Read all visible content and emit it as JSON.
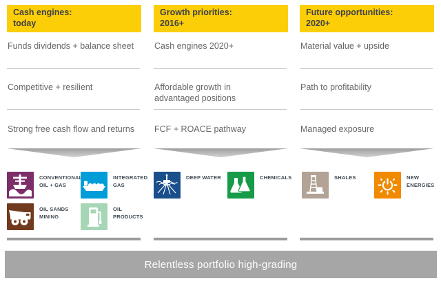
{
  "banner": {
    "label": "Relentless portfolio high-grading"
  },
  "colors": {
    "header_bg": "#fbce07",
    "header_text": "#404048",
    "body_text": "#66686b",
    "divider": "#cbcbcc",
    "chevron": "#ababab",
    "thick_rule": "#9c9c9c",
    "banner_bg": "#a6a6a6",
    "banner_text": "#ffffff",
    "conventional_oil_gas": "#7b2e68",
    "integrated_gas": "#009dd9",
    "oil_sands_mining": "#713a1e",
    "oil_products": "#a6d6b6",
    "deep_water": "#1a4f8b",
    "chemicals": "#169b48",
    "shales": "#b2a396",
    "new_energies": "#f18a00"
  },
  "columns": [
    {
      "header": "Cash engines:\ntoday",
      "items": [
        "Funds dividends + balance sheet",
        "Competitive + resilient",
        "Strong free cash flow and returns"
      ],
      "icons": [
        {
          "name": "conventional-oil-gas",
          "label": "CONVENTIONAL\nOIL + GAS",
          "color": "#7b2e68"
        },
        {
          "name": "integrated-gas",
          "label": "INTEGRATED\nGAS",
          "color": "#009dd9"
        },
        {
          "name": "oil-sands-mining",
          "label": "OIL SANDS\nMINING",
          "color": "#713a1e"
        },
        {
          "name": "oil-products",
          "label": "OIL\nPRODUCTS",
          "color": "#a6d6b6"
        }
      ]
    },
    {
      "header": "Growth priorities:\n2016+",
      "items": [
        "Cash engines 2020+",
        "Affordable growth in\nadvantaged positions",
        "FCF + ROACE pathway"
      ],
      "icons": [
        {
          "name": "deep-water",
          "label": "DEEP WATER",
          "color": "#1a4f8b"
        },
        {
          "name": "chemicals",
          "label": "CHEMICALS",
          "color": "#169b48"
        }
      ]
    },
    {
      "header": "Future opportunities:\n2020+",
      "items": [
        "Material value + upside",
        "Path to profitability",
        "Managed exposure"
      ],
      "icons": [
        {
          "name": "shales",
          "label": "SHALES",
          "color": "#b2a396"
        },
        {
          "name": "new-energies",
          "label": "NEW\nENERGIES",
          "color": "#f18a00"
        }
      ]
    }
  ]
}
